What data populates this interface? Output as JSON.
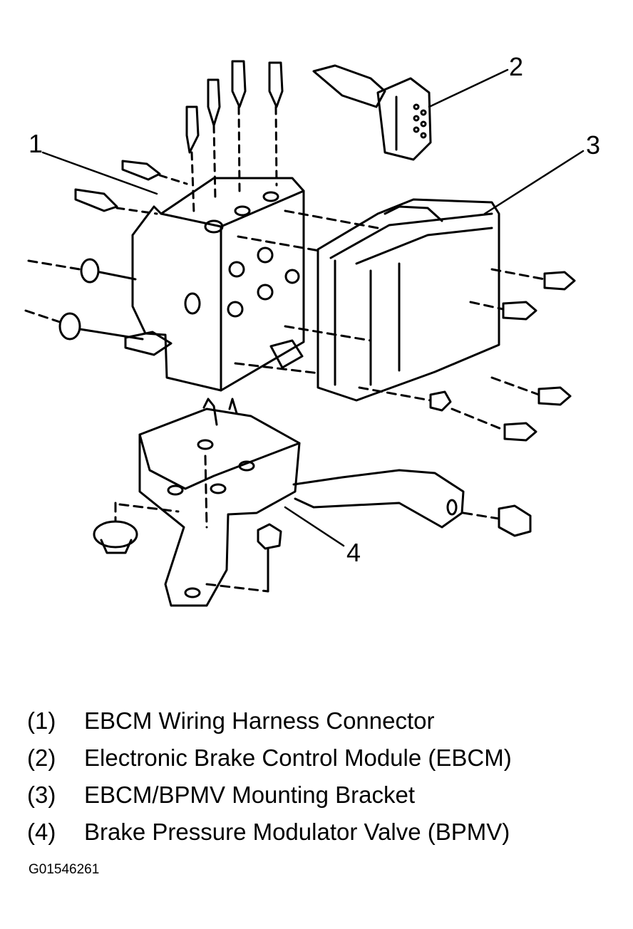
{
  "callouts": [
    "1",
    "2",
    "3",
    "4"
  ],
  "legend": [
    {
      "num": "(1)",
      "text": "EBCM Wiring Harness Connector"
    },
    {
      "num": "(2)",
      "text": "Electronic Brake Control Module (EBCM)"
    },
    {
      "num": "(3)",
      "text": "EBCM/BPMV Mounting Bracket"
    },
    {
      "num": "(4)",
      "text": "Brake Pressure Modulator Valve (BPMV)"
    }
  ],
  "figure_id": "G01546261",
  "colors": {
    "ink": "#000000",
    "paper": "#ffffff"
  }
}
